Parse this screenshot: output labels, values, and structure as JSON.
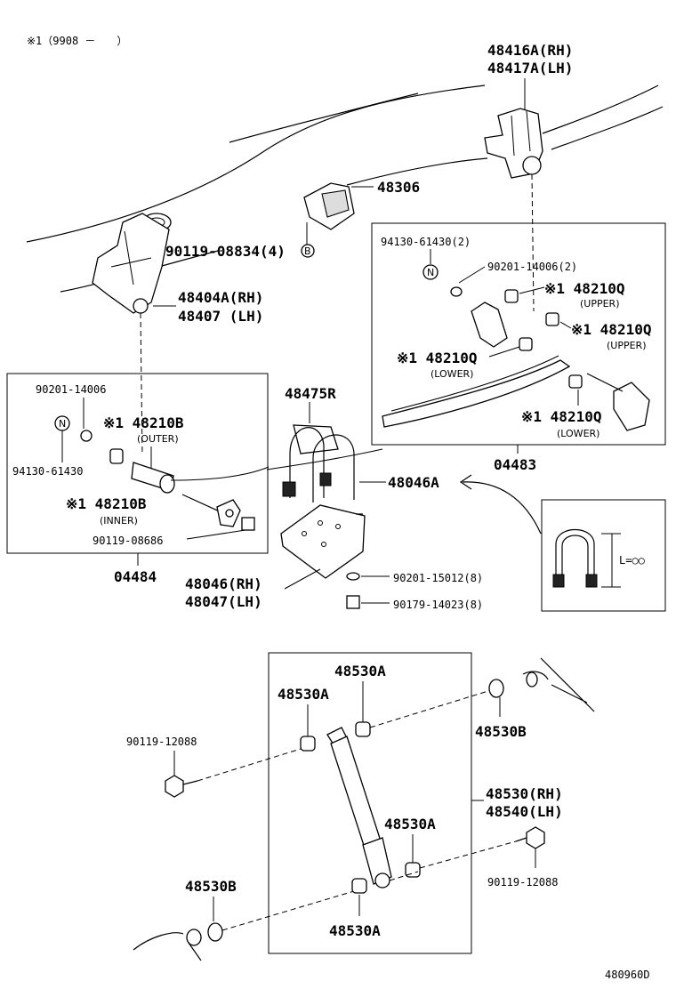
{
  "note": "※1（9908 －　　）",
  "labels": {
    "p48416A": "48416A(RH)",
    "p48417A": "48417A(LH)",
    "p48306": "48306",
    "p90119_08834": "90119-08834(4)",
    "b_mark": "B",
    "p48404A": "48404A(RH)",
    "p48407": "48407 (LH)",
    "box1_94130": "94130-61430(2)",
    "box1_n": "N",
    "box1_90201": "90201-14006(2)",
    "box1_48210Q_upper1": "※1 48210Q",
    "box1_upper1": "(UPPER)",
    "box1_48210Q_upper2": "※1 48210Q",
    "box1_upper2": "(UPPER)",
    "box1_48210Q_lower1": "※1 48210Q",
    "box1_lower1": "(LOWER)",
    "box1_48210Q_lower2": "※1 48210Q",
    "box1_lower2": "(LOWER)",
    "p04483": "04483",
    "box2_90201": "90201-14006",
    "box2_n": "N",
    "box2_48210B_outer": "※1 48210B",
    "box2_outer": "(OUTER)",
    "box2_94130": "94130-61430",
    "box2_48210B_inner": "※1 48210B",
    "box2_inner": "(INNER)",
    "box2_90119": "90119-08686",
    "p04484": "04484",
    "p48475R": "48475R",
    "p48046A": "48046A",
    "p48046": "48046(RH)",
    "p48047": "48047(LH)",
    "p90201_15012": "90201-15012(8)",
    "p90179_14023": "90179-14023(8)",
    "l_eq": "L=○○",
    "s_48530A_top": "48530A",
    "s_48530A_left": "48530A",
    "s_48530B_right": "48530B",
    "s_90119_left": "90119-12088",
    "s_48530": "48530(RH)",
    "s_48540": "48540(LH)",
    "s_48530A_mid": "48530A",
    "s_90119_right": "90119-12088",
    "s_48530B_left": "48530B",
    "s_48530A_bottom": "48530A",
    "diagram_id": "480960D"
  }
}
